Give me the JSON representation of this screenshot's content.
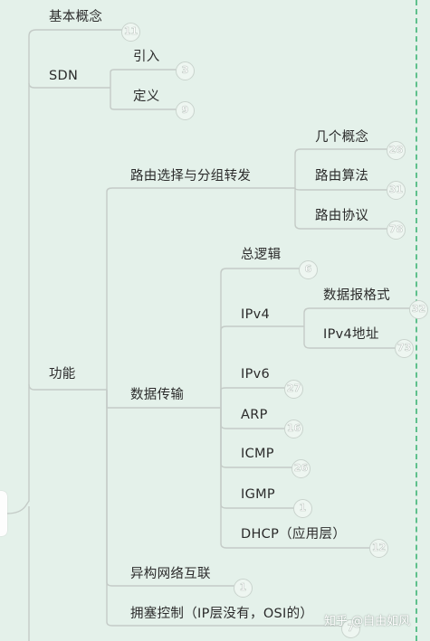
{
  "mindmap": {
    "nodes": [
      {
        "id": "jiben",
        "label": "基本概念",
        "badge": "11"
      },
      {
        "id": "sdn",
        "label": "SDN",
        "badge": ""
      },
      {
        "id": "yinru",
        "label": "引入",
        "badge": "3"
      },
      {
        "id": "dingyi",
        "label": "定义",
        "badge": "9"
      },
      {
        "id": "luyou",
        "label": "路由选择与分组转发",
        "badge": ""
      },
      {
        "id": "jige",
        "label": "几个概念",
        "badge": "28"
      },
      {
        "id": "suanfa",
        "label": "路由算法",
        "badge": "31"
      },
      {
        "id": "xieyi",
        "label": "路由协议",
        "badge": "78"
      },
      {
        "id": "gongneng",
        "label": "功能",
        "badge": ""
      },
      {
        "id": "shuju",
        "label": "数据传输",
        "badge": ""
      },
      {
        "id": "zongluoji",
        "label": "总逻辑",
        "badge": "6"
      },
      {
        "id": "ipv4",
        "label": "IPv4",
        "badge": ""
      },
      {
        "id": "baowen",
        "label": "数据报格式",
        "badge": "32"
      },
      {
        "id": "dizhi",
        "label": "IPv4地址",
        "badge": "73"
      },
      {
        "id": "ipv6",
        "label": "IPv6",
        "badge": "27"
      },
      {
        "id": "arp",
        "label": "ARP",
        "badge": "16"
      },
      {
        "id": "icmp",
        "label": "ICMP",
        "badge": "26"
      },
      {
        "id": "igmp",
        "label": "IGMP",
        "badge": "1"
      },
      {
        "id": "dhcp",
        "label": "DHCP（应用层）",
        "badge": "12"
      },
      {
        "id": "yigou",
        "label": "异构网络互联",
        "badge": "1"
      },
      {
        "id": "yongse",
        "label": "拥塞控制（IP层没有，OSI的）",
        "badge": "7"
      }
    ]
  },
  "watermark": "知乎 @自由如风",
  "colors": {
    "background": "#e4f1ea",
    "branch_line": "#c4cbc7",
    "divider": "#5fc08c",
    "text": "#2b2b2b"
  }
}
